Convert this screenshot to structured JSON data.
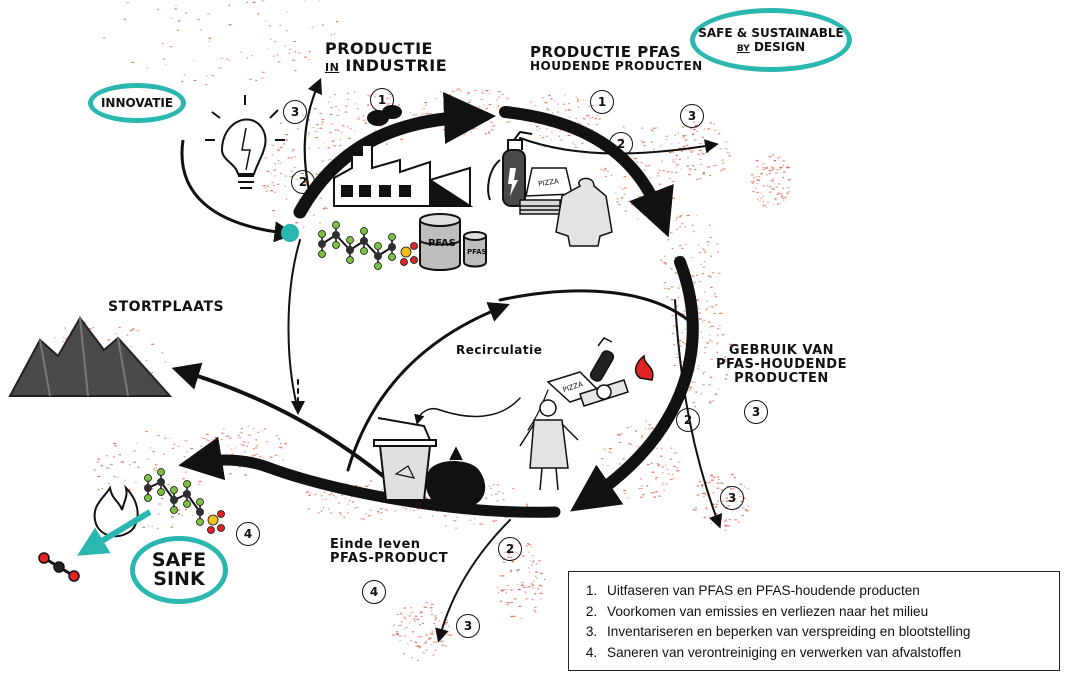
{
  "labels": {
    "productie_industrie": {
      "line1": "Productie",
      "line2a": "in",
      "line2b": "industrie"
    },
    "productie_pfas": {
      "line1": "Productie PFAS",
      "line2": "houdende producten"
    },
    "ssbd": {
      "line1": "Safe & sustainable",
      "line2a": "by",
      "line2b": "design"
    },
    "innovatie": "Innovatie",
    "stortplaats": "Stortplaats",
    "recirculatie": "Recirculatie",
    "gebruik": {
      "line1": "Gebruik van",
      "line2": "PFAS-houdende",
      "line3": "producten"
    },
    "einde_leven": {
      "line1": "Einde leven",
      "line2": "PFAS-product"
    },
    "safe_sink": {
      "line1": "Safe",
      "line2": "Sink"
    },
    "drum_large": "PFAS",
    "drum_small": "PFAS",
    "pizza_box": "PIZZA"
  },
  "markers": {
    "productie_industrie_stage": "1",
    "productie_pfas_stage": "1",
    "gebruik_stage": "3",
    "einde_leven_stage": "4",
    "safe_sink_stage": "4",
    "innovation_upper": "3",
    "innovation_lower": "2",
    "pfas_emission": "2",
    "pfas_spread": "3",
    "gebruik_emission": "2",
    "gebruik_spread": "3",
    "einde_emission": "2",
    "einde_spread": "3"
  },
  "legend": {
    "items": [
      "Uitfaseren van PFAS en PFAS-houdende producten",
      "Voorkomen van emissies en verliezen naar het milieu",
      "Inventariseren en beperken van verspreiding en blootstelling",
      "Saneren van verontreiniging  en verwerken van afvalstoffen"
    ]
  },
  "colors": {
    "arrow": "#111111",
    "accent": "#2ab7b0",
    "spray": "#e0604a",
    "molecule_chain": "#2f2f2f",
    "fluorine": "#7cc242",
    "oxygen": "#e02424",
    "sulfur": "#f2c21b"
  },
  "icons": [
    "factory-icon",
    "drum-icon",
    "lightbulb-icon",
    "fire-extinguisher-icon",
    "pizza-box-icon",
    "rain-jacket-icon",
    "person-icon",
    "waste-bin-icon",
    "garbage-bag-icon",
    "mountains-icon",
    "flame-icon",
    "molecule-icon"
  ]
}
